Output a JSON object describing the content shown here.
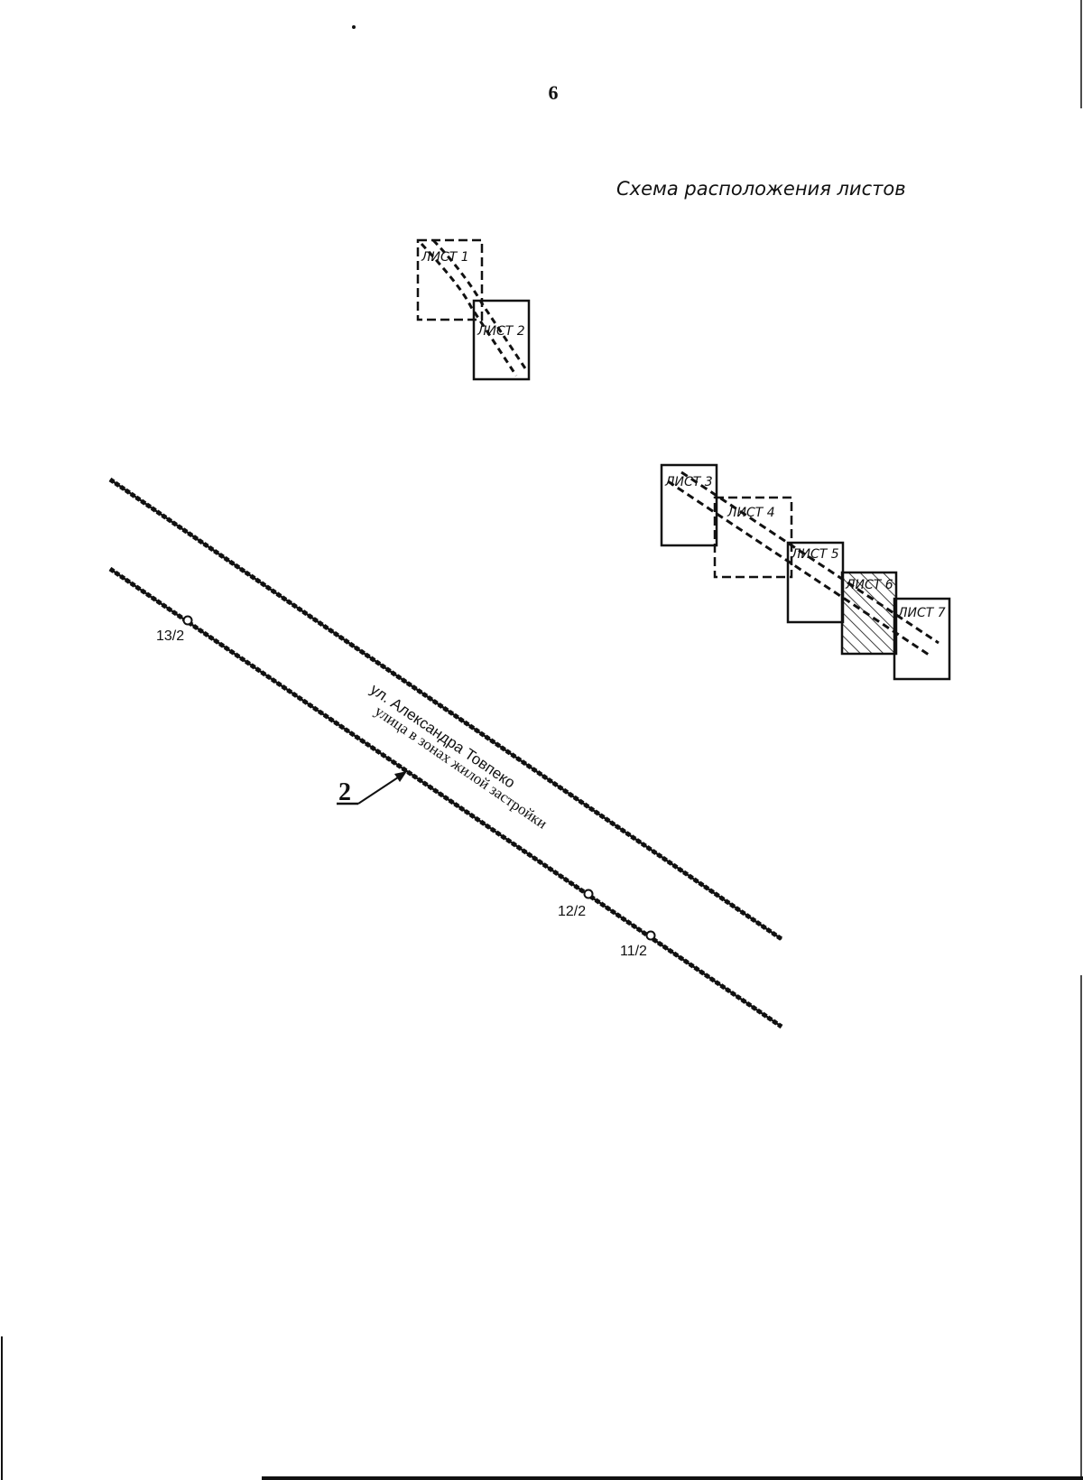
{
  "page_number": "6",
  "scheme_title": "Схема расположения листов",
  "sheets": [
    {
      "label": "ЛИСТ 1",
      "style": "dashed",
      "highlighted": false
    },
    {
      "label": "ЛИСТ 2",
      "style": "solid",
      "highlighted": false
    },
    {
      "label": "ЛИСТ 3",
      "style": "solid",
      "highlighted": false
    },
    {
      "label": "ЛИСТ 4",
      "style": "dashed",
      "highlighted": false
    },
    {
      "label": "ЛИСТ 5",
      "style": "solid",
      "highlighted": false
    },
    {
      "label": "ЛИСТ 6",
      "style": "solid",
      "highlighted": true
    },
    {
      "label": "ЛИСТ 7",
      "style": "solid",
      "highlighted": false
    }
  ],
  "street": {
    "name": "ул. Александра Товпеко",
    "zone": "улица в зонах жилой застройки"
  },
  "callout": "2",
  "points": [
    "13/2",
    "12/2",
    "11/2"
  ],
  "colors": {
    "ink": "#111111",
    "background": "#ffffff"
  }
}
